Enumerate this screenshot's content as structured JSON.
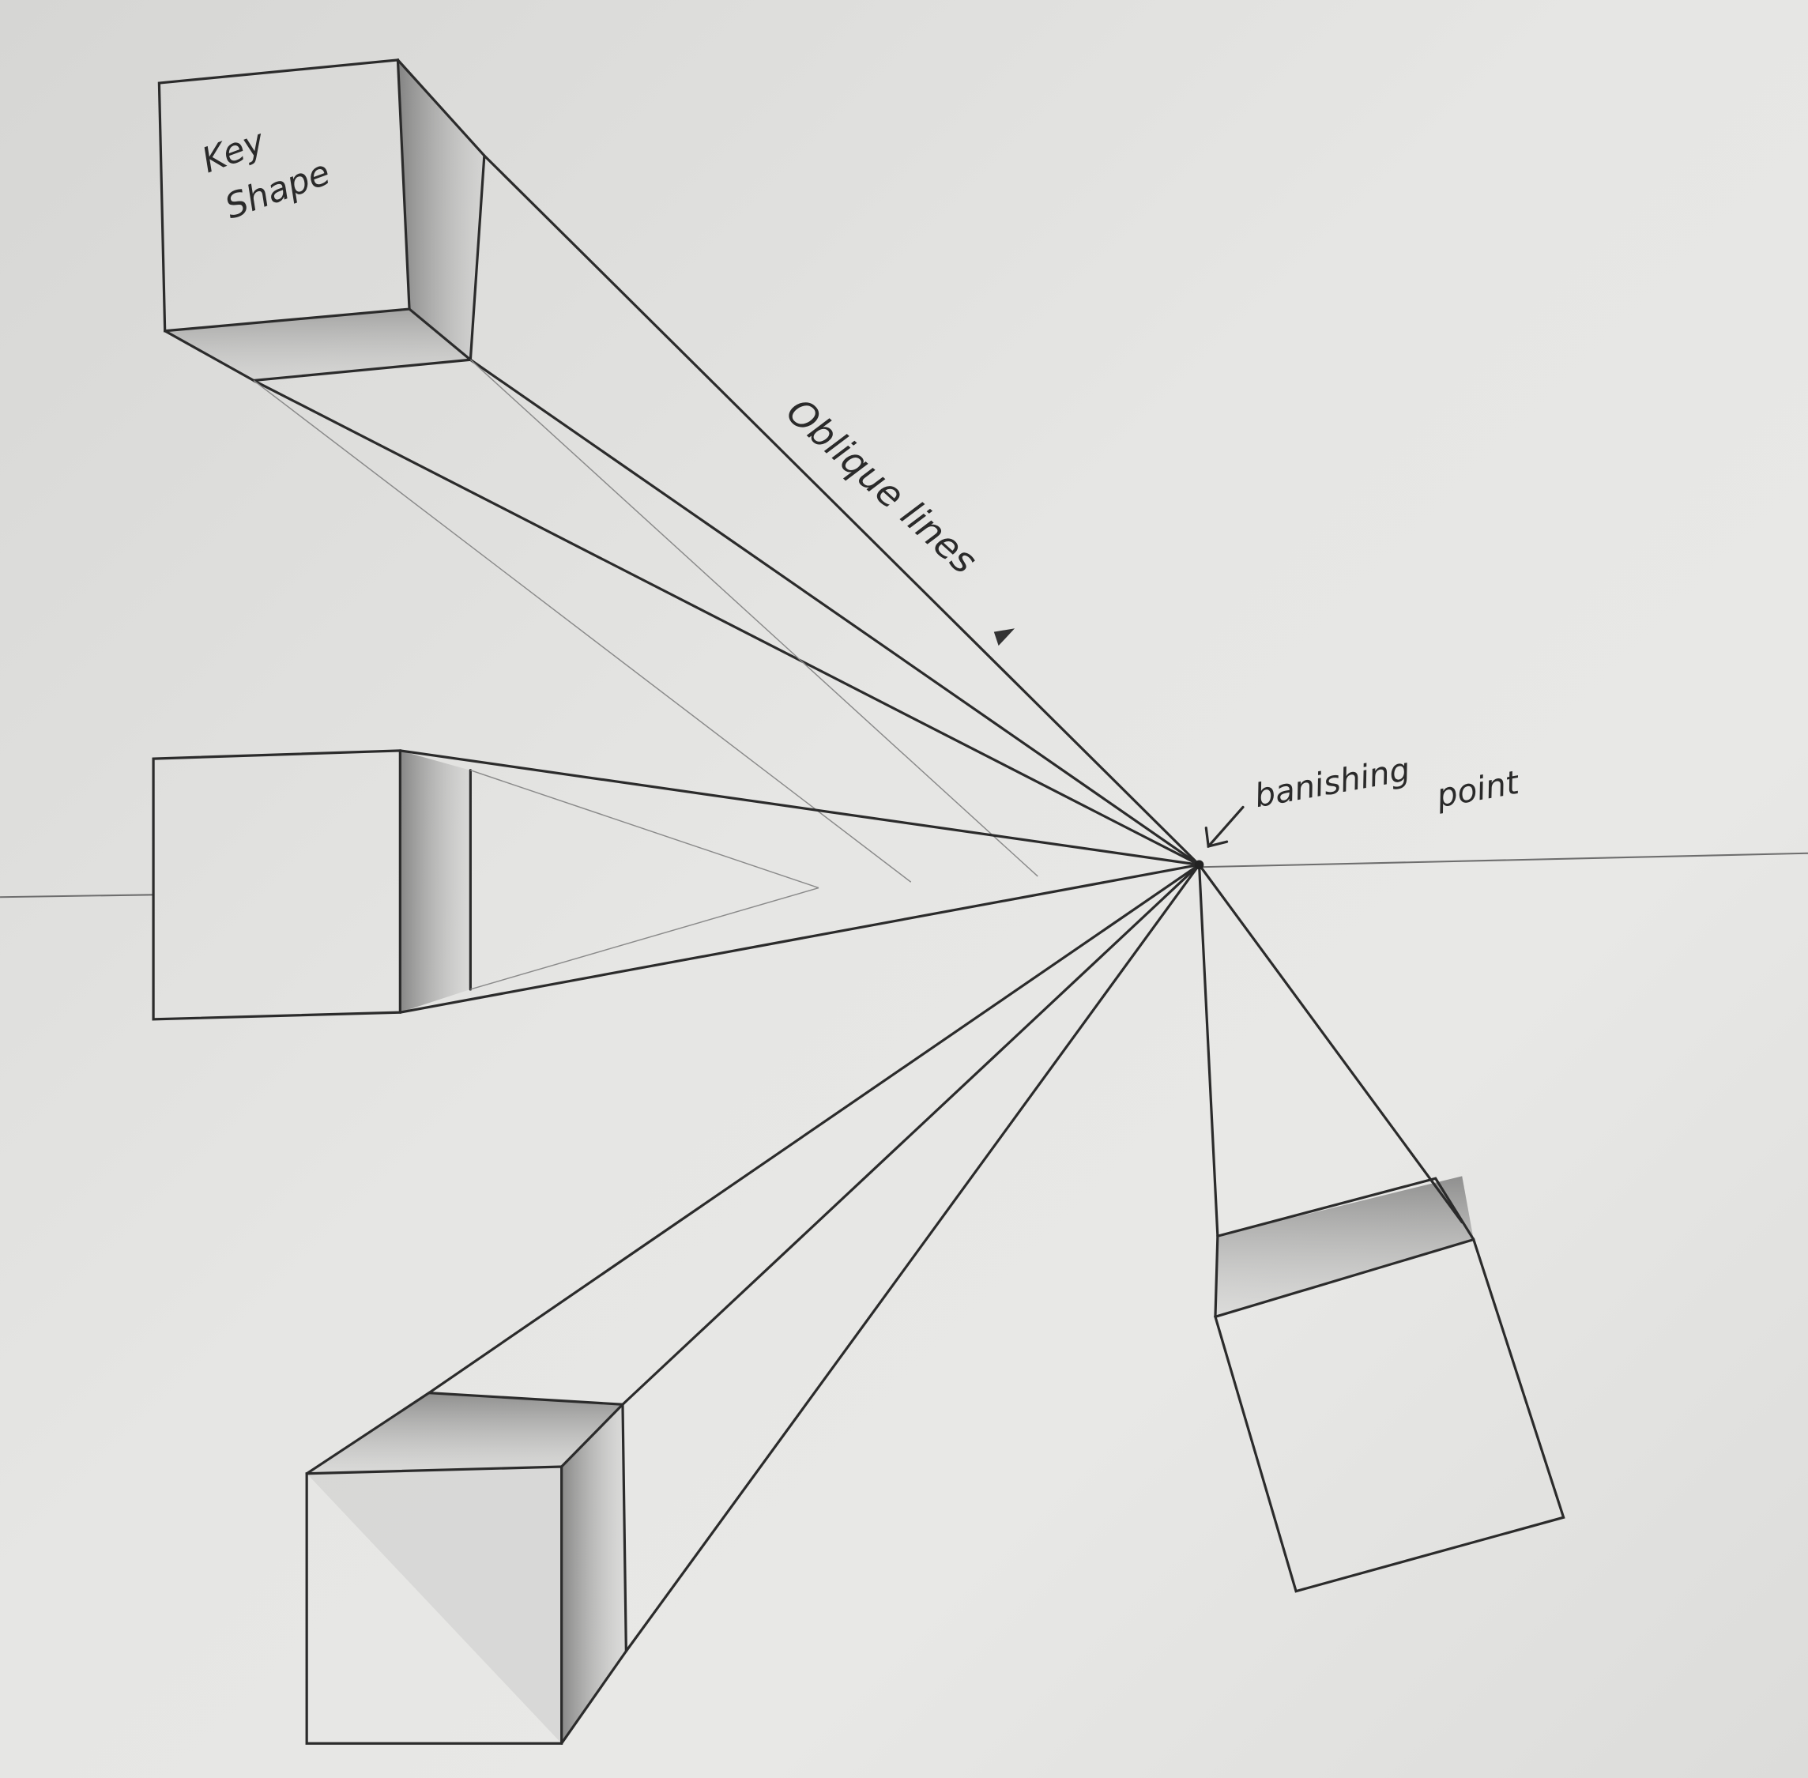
{
  "labels": {
    "key_shape_line1": "Key",
    "key_shape_line2": "Shape",
    "oblique_lines": "Oblique lines",
    "vanishing_word": "banishing",
    "vanishing_point_word": "point"
  },
  "colors": {
    "paper": "#e4e4e2",
    "graphite": "#2b2b2b"
  }
}
